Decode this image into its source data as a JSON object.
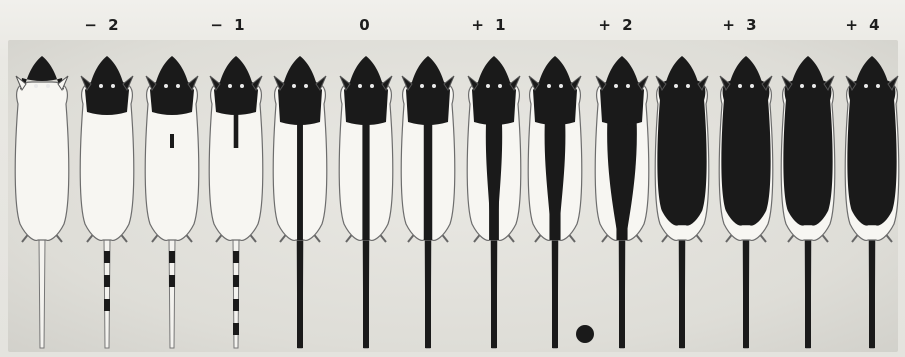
{
  "figure": {
    "scores": [
      "− 2",
      "− 1",
      "0",
      "+ 1",
      "+ 2",
      "+ 3",
      "+ 4"
    ]
  }
}
